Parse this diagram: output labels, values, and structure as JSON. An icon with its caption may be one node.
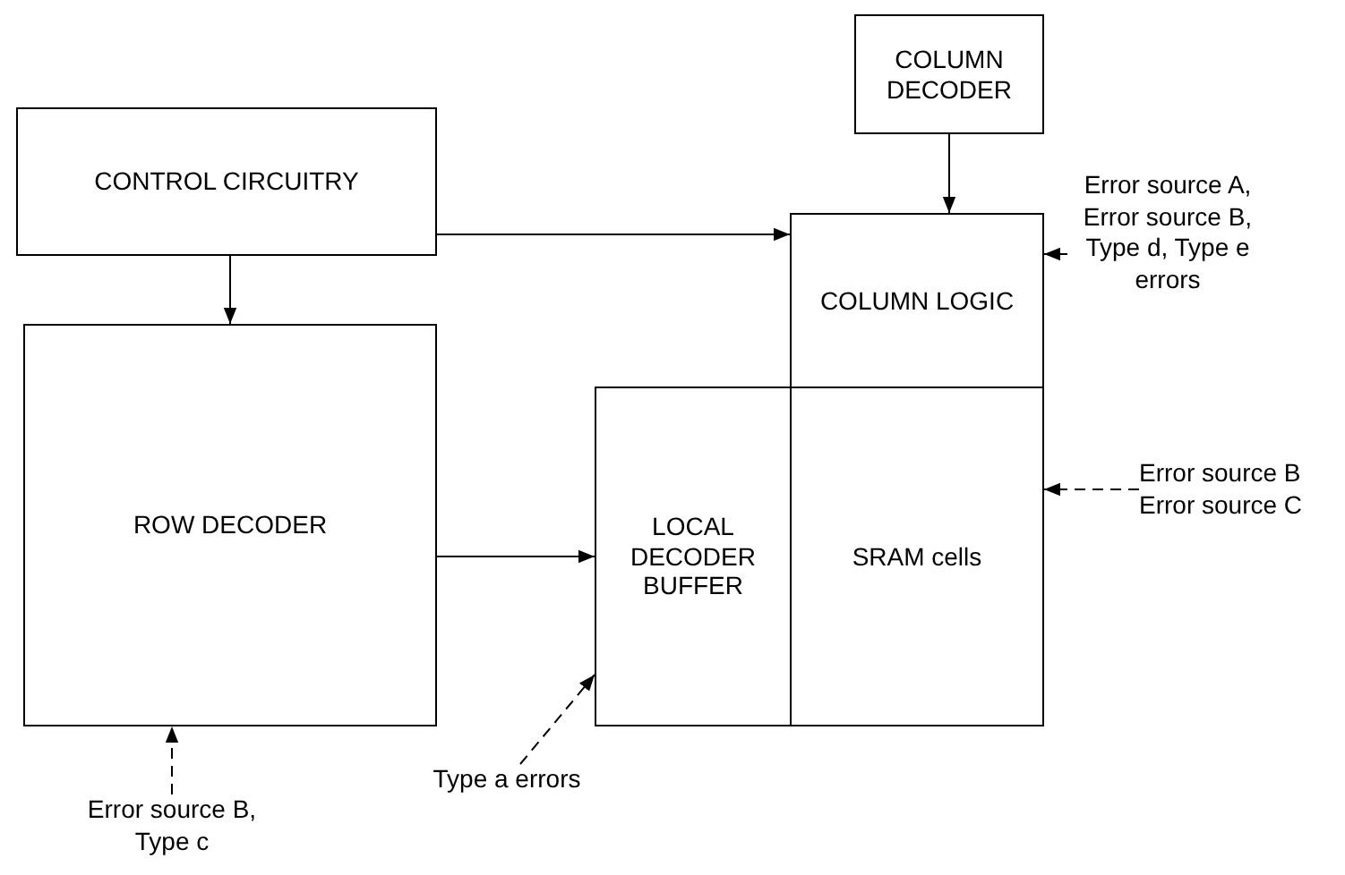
{
  "diagram": {
    "nodes": [
      {
        "text": [
          "COLUMN DECODER"
        ]
      },
      {
        "text": [
          "CONTROL CIRCUITRY"
        ]
      },
      {
        "text": [
          "COLUMN LOGIC"
        ]
      },
      {
        "text": [
          "Error source A, Error source B, Type d, Type e errors"
        ]
      },
      {
        "text": [
          "ROW DECODER"
        ]
      },
      {
        "text": [
          "LOCAL DECODER BUFFER"
        ]
      },
      {
        "text": [
          "SRAM cells"
        ]
      },
      {
        "text": [
          "Error source B Error source C"
        ]
      },
      {
        "text": [
          "Type a errors"
        ]
      },
      {
        "text": [
          "Error source B, Type c"
        ]
      }
    ],
    "edges": [
      {
        "from": 0,
        "to": 2,
        "arrow": "to"
      },
      {
        "from": 1,
        "to": 2,
        "arrow": "to"
      },
      {
        "from": 1,
        "to": 4,
        "arrow": "to"
      },
      {
        "from": 4,
        "to": 5,
        "arrow": "to"
      },
      {
        "from": 3,
        "to": 2,
        "arrow": "to",
        "style": "dashed"
      },
      {
        "from": 7,
        "to": 6,
        "arrow": "to",
        "style": "dashed"
      },
      {
        "from": 8,
        "to": 5,
        "arrow": "to",
        "style": "dashed"
      },
      {
        "from": 9,
        "to": 4,
        "arrow": "to",
        "style": "dashed"
      }
    ]
  }
}
